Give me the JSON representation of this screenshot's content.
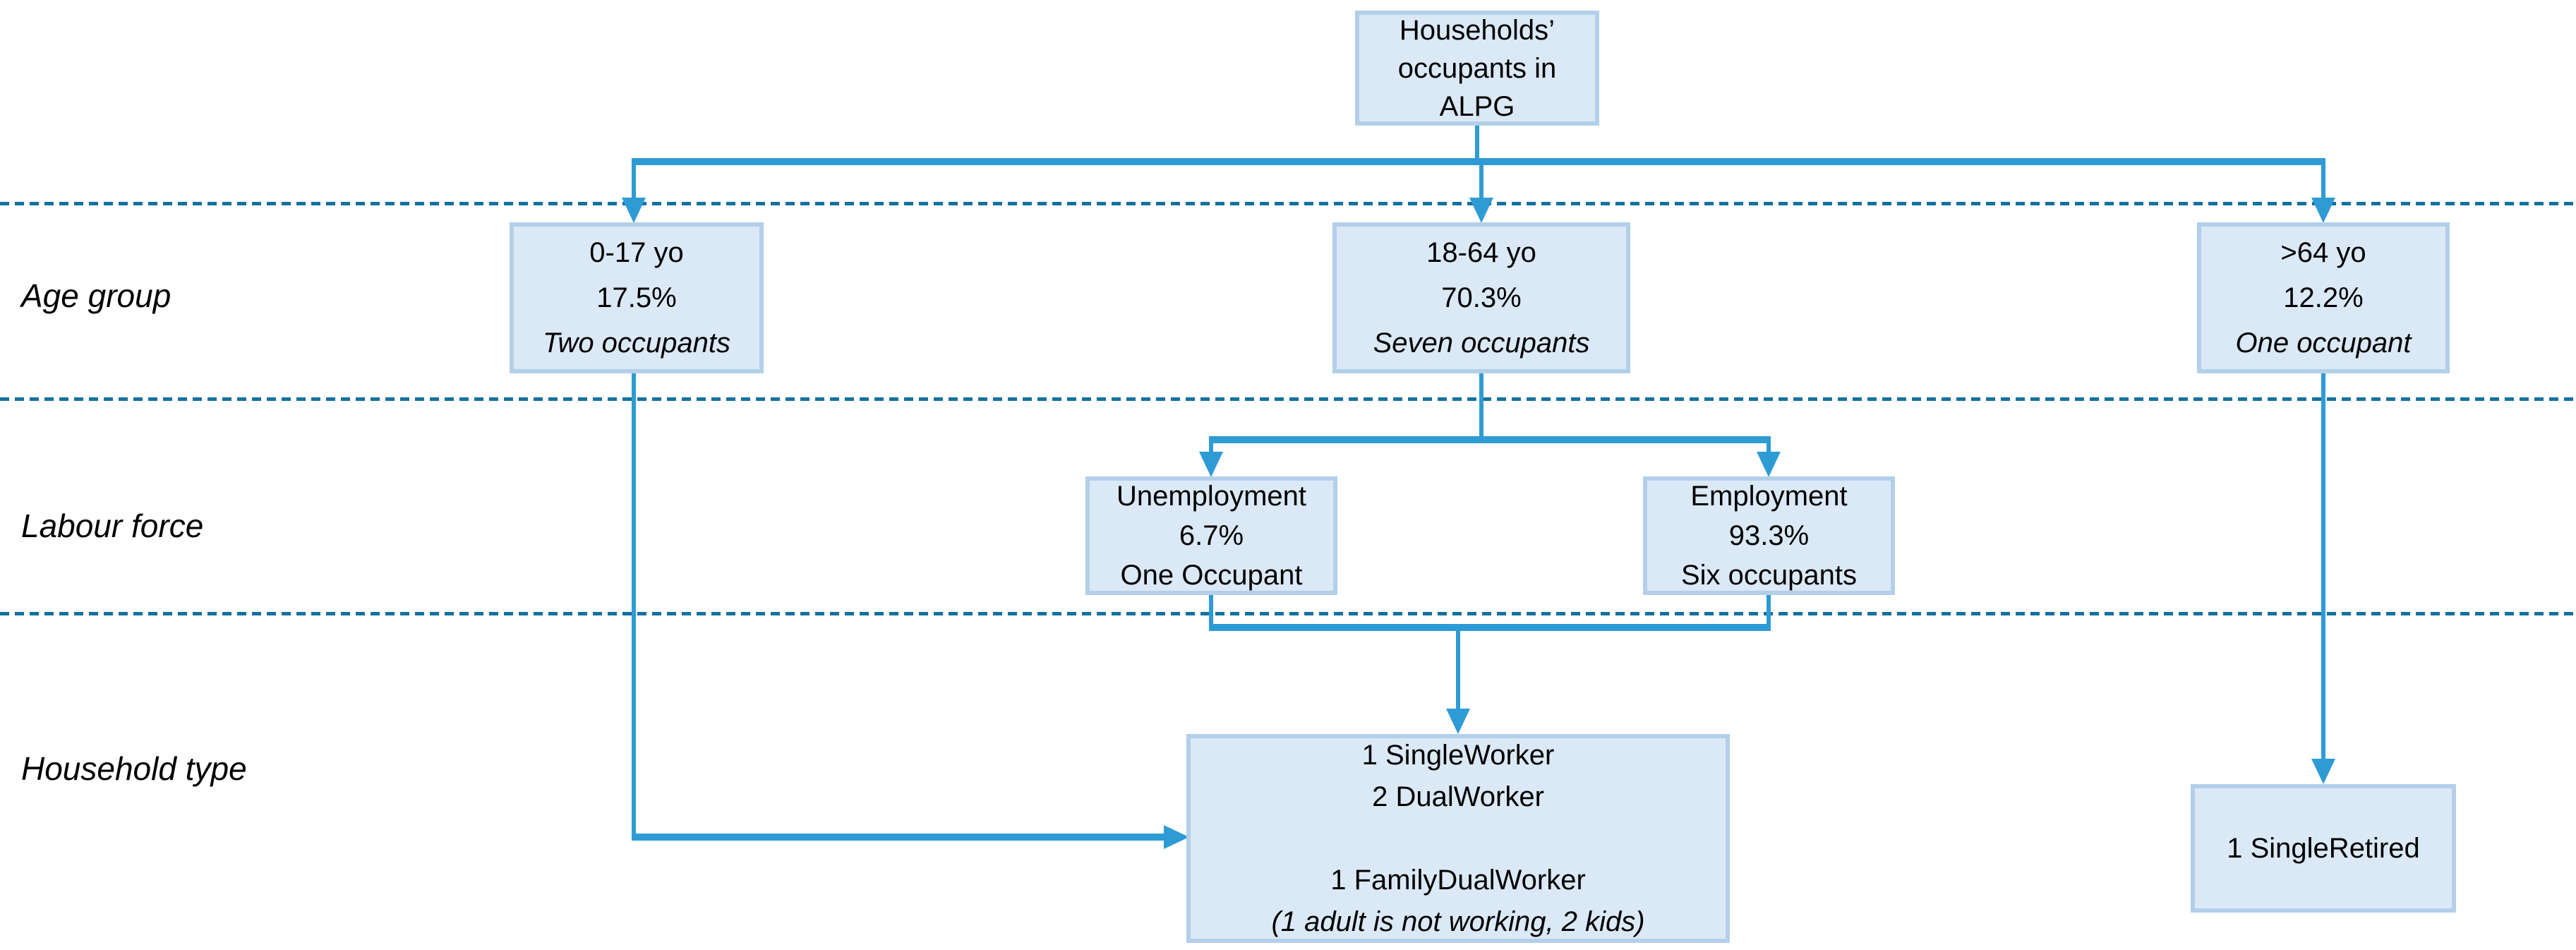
{
  "colors": {
    "bg": "#ffffff",
    "box_fill": "#dbe9f6",
    "box_border": "#b3cfe9",
    "arrow": "#2e9bd5",
    "dotted": "#15719f",
    "text": "#000000"
  },
  "row_labels": {
    "age_group": "Age group",
    "labour_force": "Labour force",
    "household_type": "Household type"
  },
  "root_box": {
    "lines": [
      "Households’",
      "occupants in",
      "ALPG"
    ]
  },
  "age_boxes": [
    {
      "range": "0-17 yo",
      "percent": "17.5%",
      "occupants": "Two occupants"
    },
    {
      "range": "18-64 yo",
      "percent": "70.3%",
      "occupants": "Seven occupants"
    },
    {
      "range": ">64 yo",
      "percent": "12.2%",
      "occupants": "One occupant"
    }
  ],
  "labour_boxes": [
    {
      "status": "Unemployment",
      "percent": "6.7%",
      "occupants": "One Occupant"
    },
    {
      "status": "Employment",
      "percent": "93.3%",
      "occupants": "Six occupants"
    }
  ],
  "household_boxes": {
    "worker": {
      "lines": [
        "1 SingleWorker",
        "2 DualWorker",
        "",
        "1 FamilyDualWorker",
        "(1 adult is not working, 2 kids)"
      ]
    },
    "retired": {
      "label": "1 SingleRetired"
    }
  }
}
